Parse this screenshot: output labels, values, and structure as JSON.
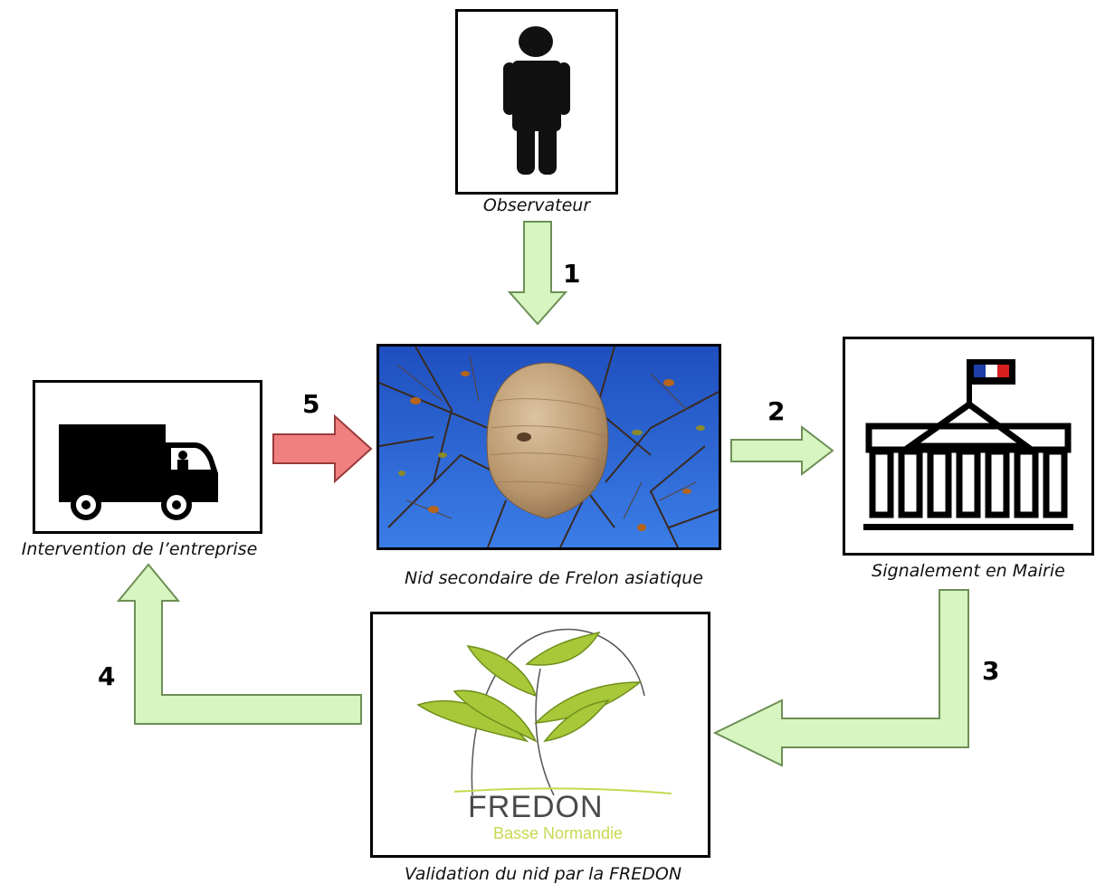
{
  "nodes": {
    "observer": {
      "caption": "Observateur"
    },
    "nest": {
      "caption": "Nid secondaire de Frelon asiatique"
    },
    "mairie": {
      "caption": "Signalement en Mairie"
    },
    "fredon": {
      "caption": "Validation du nid par la FREDON",
      "logo_text": "FREDON",
      "logo_subtext": "Basse Normandie"
    },
    "company": {
      "caption": "Intervention de l’entreprise"
    }
  },
  "steps": [
    "1",
    "2",
    "3",
    "4",
    "5"
  ],
  "colors": {
    "arrow_green_fill": "#d6f5c0",
    "arrow_green_stroke": "#6d8f55",
    "arrow_red_fill": "#f08080",
    "arrow_red_stroke": "#9a3a3a",
    "sky": "#2f6fd8",
    "nest": "#c9ad86",
    "leaf": "#a8c83a",
    "flag_blue": "#1f3fa8",
    "flag_red": "#d62020"
  },
  "icons": [
    "person-icon",
    "hornet-nest-photo",
    "town-hall-icon",
    "fredon-logo",
    "truck-icon"
  ]
}
